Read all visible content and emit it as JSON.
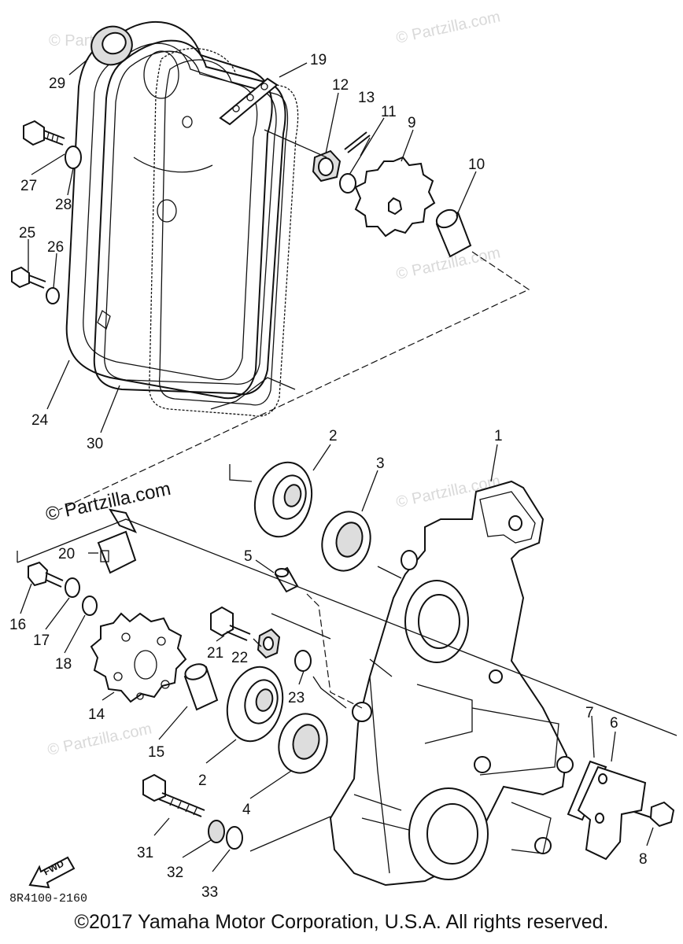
{
  "watermark": {
    "faint": "© Partzilla.com",
    "prominent": "© Partzilla.com"
  },
  "diagram_code": "8R4100-2160",
  "fwd_label": "FWD",
  "copyright": "©2017  Yamaha Motor Corporation, U.S.A. All rights reserved.",
  "callouts": [
    "1",
    "2",
    "3",
    "4",
    "5",
    "6",
    "7",
    "8",
    "9",
    "10",
    "11",
    "12",
    "13",
    "14",
    "15",
    "16",
    "17",
    "18",
    "19",
    "20",
    "21",
    "22",
    "23",
    "24",
    "25",
    "26",
    "27",
    "28",
    "29",
    "30",
    "31",
    "32",
    "33"
  ],
  "callout_2_repeat": "2"
}
